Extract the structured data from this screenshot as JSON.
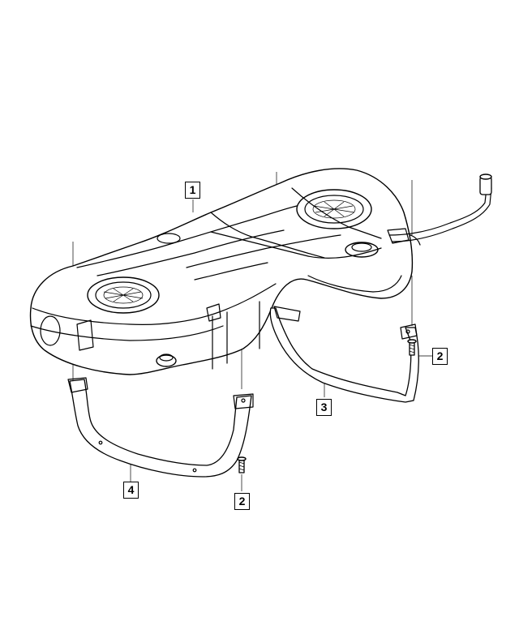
{
  "callouts": [
    {
      "label": "1"
    },
    {
      "label": "2"
    },
    {
      "label": "2"
    },
    {
      "label": "3"
    },
    {
      "label": "4"
    }
  ]
}
